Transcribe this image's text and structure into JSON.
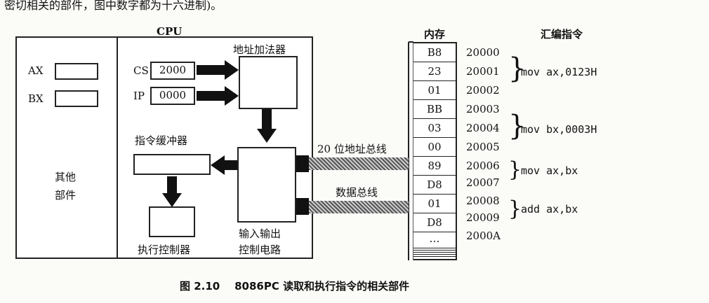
{
  "top_text": "密切相关的部件，图中数字都为十六进制)。",
  "cpu_title": "CPU",
  "other": {
    "ax": "AX",
    "bx": "BX",
    "line1": "其他",
    "line2": "部件"
  },
  "regs": {
    "cs_label": "CS",
    "cs_value": "2000",
    "ip_label": "IP",
    "ip_value": "0000"
  },
  "adder_label": "地址加法器",
  "buffer_label": "指令缓冲器",
  "exec_label": "执行控制器",
  "io_line1": "输入输出",
  "io_line2": "控制电路",
  "addr_bus_label": "20 位地址总线",
  "data_bus_label": "数据总线",
  "memory_title": "内存",
  "asm_title": "汇编指令",
  "memory": [
    {
      "value": "B8",
      "addr": "20000"
    },
    {
      "value": "23",
      "addr": "20001"
    },
    {
      "value": "01",
      "addr": "20002"
    },
    {
      "value": "BB",
      "addr": "20003"
    },
    {
      "value": "03",
      "addr": "20004"
    },
    {
      "value": "00",
      "addr": "20005"
    },
    {
      "value": "89",
      "addr": "20006"
    },
    {
      "value": "D8",
      "addr": "20007"
    },
    {
      "value": "01",
      "addr": "20008"
    },
    {
      "value": "D8",
      "addr": "20009"
    },
    {
      "value": "…",
      "addr": "2000A"
    }
  ],
  "instructions": [
    "mov ax,0123H",
    "mov bx,0003H",
    "mov ax,bx",
    "add ax,bx"
  ],
  "caption": "图 2.10    8086PC 读取和执行指令的相关部件"
}
